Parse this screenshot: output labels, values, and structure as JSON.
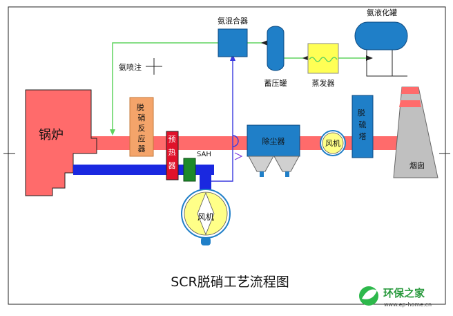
{
  "diagram": {
    "title": "SCR脱硝工艺流程图",
    "labels": {
      "boiler": "锅炉",
      "denox_reactor": "脱硝反应器",
      "air_preheater": "预热器",
      "sah": "SAH",
      "fan_bottom": "风机",
      "dust_collector": "除尘器",
      "fan_mid": "风机",
      "desulfurization_tower": "脱硫塔",
      "chimney": "烟囱",
      "ammonia_mixer": "氨混合器",
      "buffer_tank": "蓄压罐",
      "evaporator": "蒸发器",
      "liquid_ammonia_tank": "氨液化罐",
      "ammonia_injection": "氨喷注"
    },
    "colors": {
      "flue": "#ff6b6b",
      "equipment_blue": "#1f7fc8",
      "air_duct": "#1a28e0",
      "ammonia_line": "#5fd35f",
      "reactor": "#f4a46a",
      "preheater": "#e0122a",
      "sah": "#1d8a2a",
      "evaporator": "#ffff55",
      "fan_fill": "#ffff88"
    }
  },
  "watermark": {
    "brand": "环保之家",
    "url": "www.ep-home.cn"
  }
}
